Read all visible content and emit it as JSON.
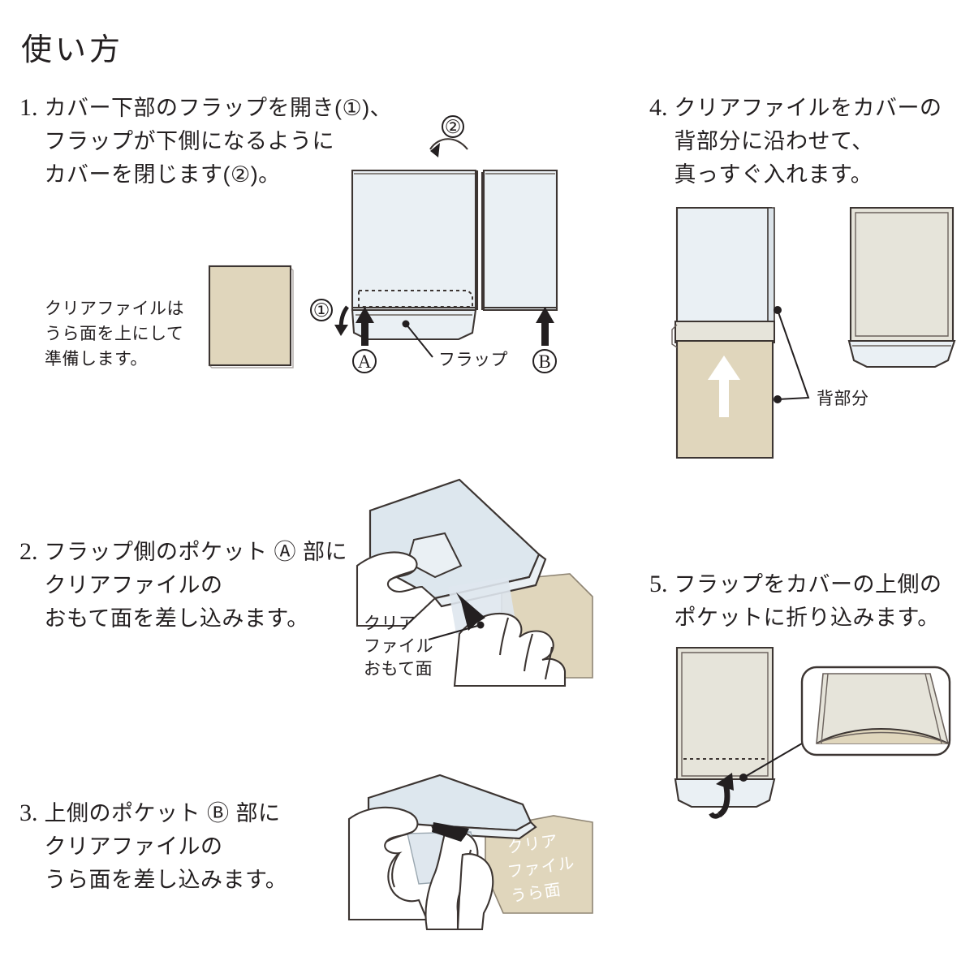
{
  "title": "使い方",
  "steps": [
    {
      "number": "1.",
      "lines": [
        "カバー下部のフラップを開き(①)、",
        "フラップが下側になるように",
        "カバーを閉じます(②)。"
      ]
    },
    {
      "number": "2.",
      "lines": [
        "フラップ側のポケット Ⓐ 部に",
        "クリアファイルの",
        "おもて面を差し込みます。"
      ]
    },
    {
      "number": "3.",
      "lines": [
        "上側のポケット Ⓑ 部に",
        "クリアファイルの",
        "うら面を差し込みます。"
      ]
    },
    {
      "number": "4.",
      "lines": [
        "クリアファイルをカバーの",
        "背部分に沿わせて、",
        "真っすぐ入れます。"
      ]
    },
    {
      "number": "5.",
      "lines": [
        "フラップをカバーの上側の",
        "ポケットに折り込みます。"
      ]
    }
  ],
  "prepare_caption": [
    "クリアファイルは",
    "うら面を上にして",
    "準備します。"
  ],
  "figure1": {
    "marker_open": "①",
    "marker_close": "②",
    "pocket_a": "A",
    "pocket_b": "B",
    "flap_label": "フラップ"
  },
  "figure2": {
    "callout": [
      "クリア",
      "ファイル",
      "おもて面"
    ]
  },
  "figure3": {
    "callout": [
      "クリア",
      "ファイル",
      "うら面"
    ]
  },
  "figure4": {
    "spine_label": "背部分"
  },
  "colors": {
    "ink": "#231f20",
    "outline": "#3c3532",
    "clear_blue": "#eaf0f4",
    "clear_blue_dark": "#dde7ee",
    "beige": "#e0d6bc",
    "beige_light": "#e8e1d0",
    "cream": "#e6e4da",
    "paper": "#ffffff"
  }
}
